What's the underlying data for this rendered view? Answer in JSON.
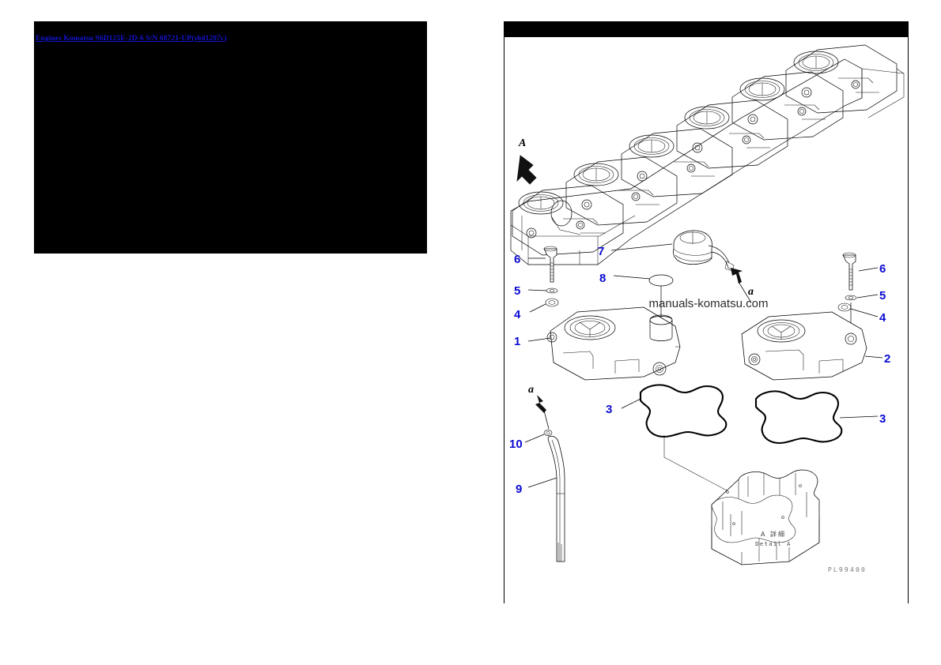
{
  "document": {
    "title_link": "Engines Komatsu S6D125E-2D-6 S/N 68721-UP(s6d1207c)",
    "watermark": "manuals-komatsu.com"
  },
  "diagram": {
    "detail_label_jp": "A 詳細",
    "detail_label_en": "Detail A",
    "drawing_code": "PL99400",
    "section_marker": "A",
    "detail_markers": [
      "a",
      "a"
    ],
    "callouts": [
      {
        "id": "1",
        "label": "1"
      },
      {
        "id": "2",
        "label": "2"
      },
      {
        "id": "3a",
        "label": "3"
      },
      {
        "id": "3b",
        "label": "3"
      },
      {
        "id": "4a",
        "label": "4"
      },
      {
        "id": "4b",
        "label": "4"
      },
      {
        "id": "5a",
        "label": "5"
      },
      {
        "id": "5b",
        "label": "5"
      },
      {
        "id": "6a",
        "label": "6"
      },
      {
        "id": "6b",
        "label": "6"
      },
      {
        "id": "7",
        "label": "7"
      },
      {
        "id": "8",
        "label": "8"
      },
      {
        "id": "9",
        "label": "9"
      },
      {
        "id": "10",
        "label": "10"
      }
    ],
    "colors": {
      "callout": "#0b0bd2",
      "line": "#000000",
      "panel_bar": "#000000",
      "link": "#1414d2"
    }
  }
}
